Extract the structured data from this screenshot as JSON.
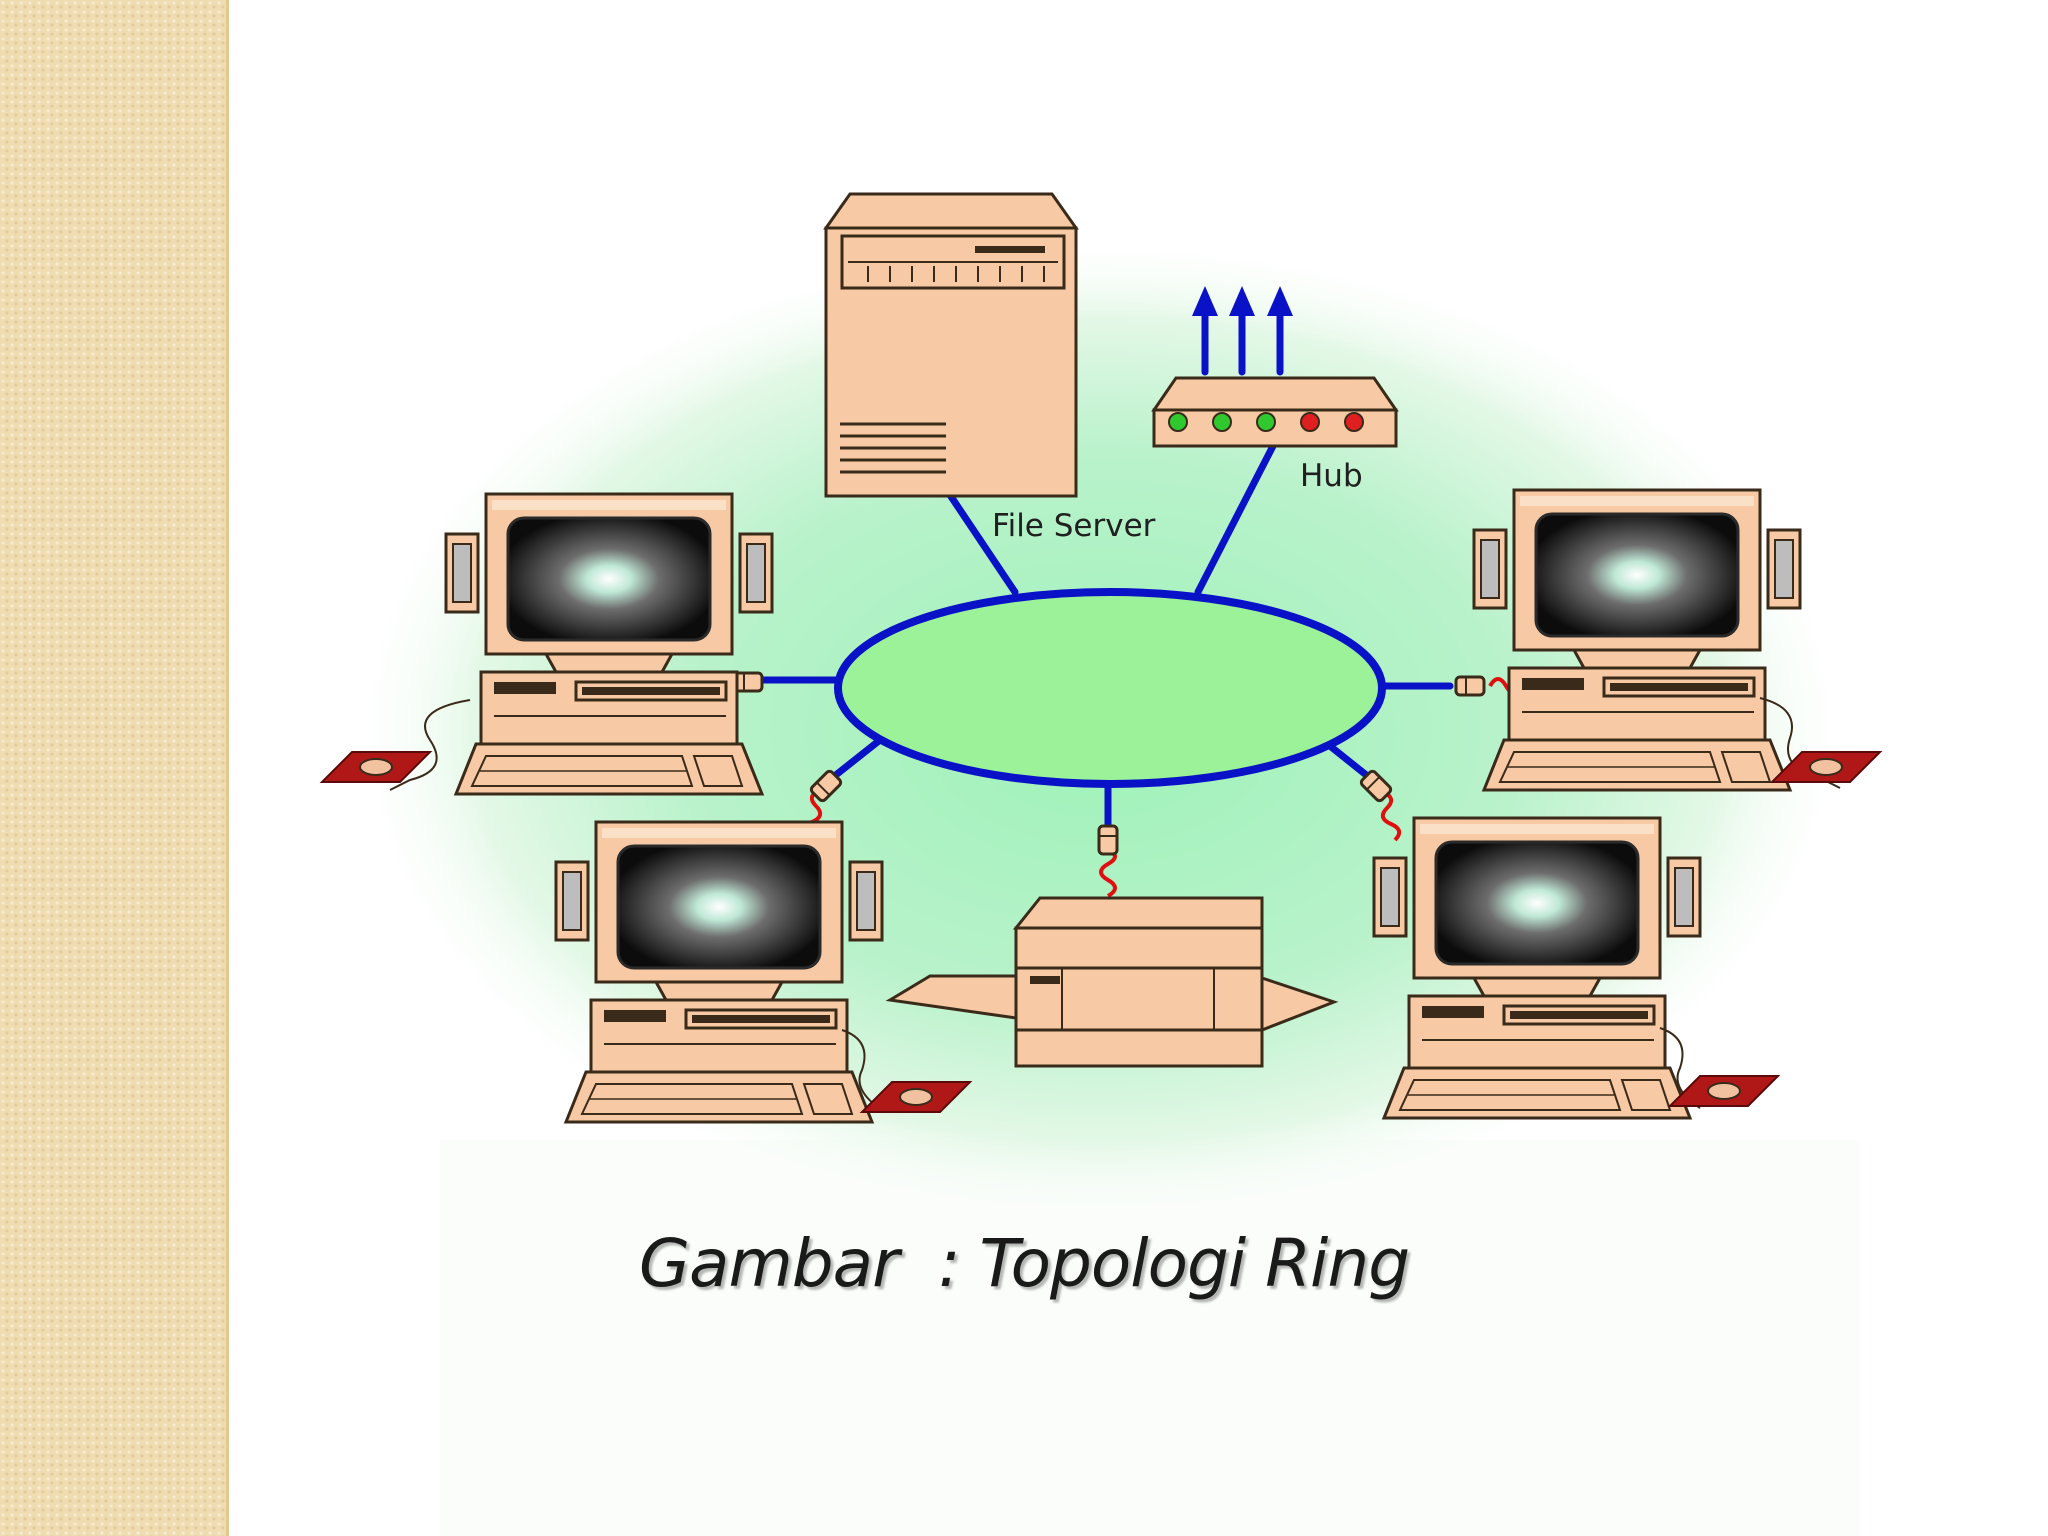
{
  "labels": {
    "file_server": "File Server",
    "hub": "Hub"
  },
  "caption": "Gambar  : Topologi Ring",
  "colors": {
    "ring_stroke": "#0a12c8",
    "ring_fill": "#9bf298",
    "device_body": "#f7c9a4",
    "device_outline": "#3a2a1a",
    "mouse_pad": "#b01818",
    "led_green": "#2fc92f",
    "led_red": "#e02020",
    "cable_red": "#e01010",
    "halo": "#b6f0c6",
    "side_strip": "#efdcb0"
  },
  "icons": [
    "server-icon",
    "hub-icon",
    "computer-icon",
    "printer-icon",
    "mouse-icon"
  ]
}
